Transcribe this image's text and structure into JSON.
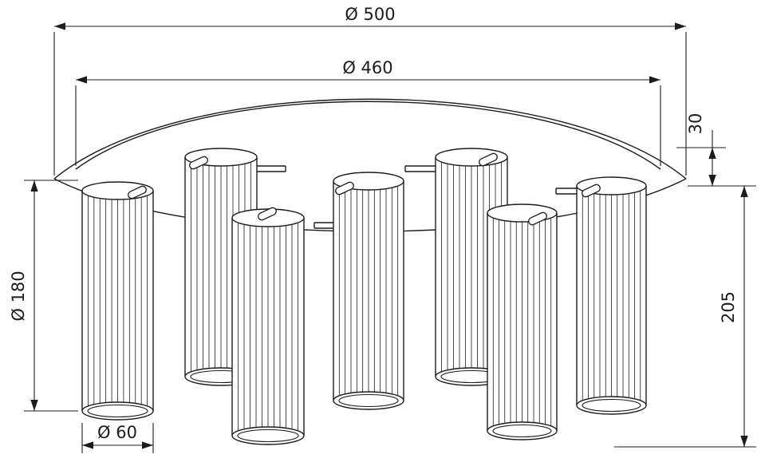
{
  "drawing": {
    "subject": "flush-mount ceiling light with seven fluted cylindrical glass shades",
    "view": "front elevation technical drawing with dimensions",
    "shade_count": 7,
    "dimensions": {
      "outer_diameter": "Ø 500",
      "inner_diameter": "Ø 460",
      "rim_height": "30",
      "body_height": "205",
      "shade_length": "Ø 180",
      "shade_diameter": "Ø 60"
    },
    "colors": {
      "line": "#1c1c1c",
      "background": "#ffffff"
    }
  }
}
